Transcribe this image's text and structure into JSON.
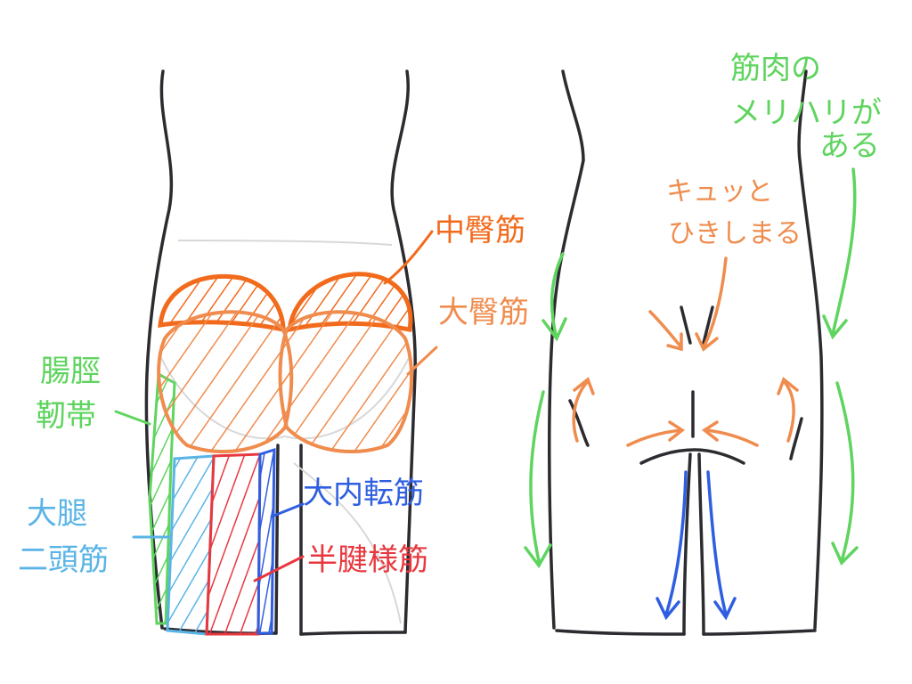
{
  "labels": {
    "gluteus_medius": "中臀筋",
    "gluteus_maximus": "大臀筋",
    "iliotibial_band": [
      "腸脛",
      "靭帯"
    ],
    "biceps_femoris": [
      "大腿",
      "二頭筋"
    ],
    "adductor_magnus": "大内転筋",
    "semitendinosus": "半腱様筋",
    "definition_note": [
      "筋肉の",
      "メリハリが",
      "ある"
    ],
    "tighten_note": [
      "キュッと",
      "ひきしまる"
    ]
  },
  "colors": {
    "outline": "#2b2b30",
    "gluteus_medius": "#f26a1b",
    "gluteus_maximus": "#ef8c4e",
    "iliotibial_band": "#5fd45f",
    "biceps_femoris": "#5ab4e6",
    "adductor_magnus": "#2f5fe0",
    "semitendinosus": "#e8383f",
    "note_green": "#5fd45f",
    "note_orange": "#ef8c4e",
    "arrow_blue": "#2f5fe0"
  }
}
